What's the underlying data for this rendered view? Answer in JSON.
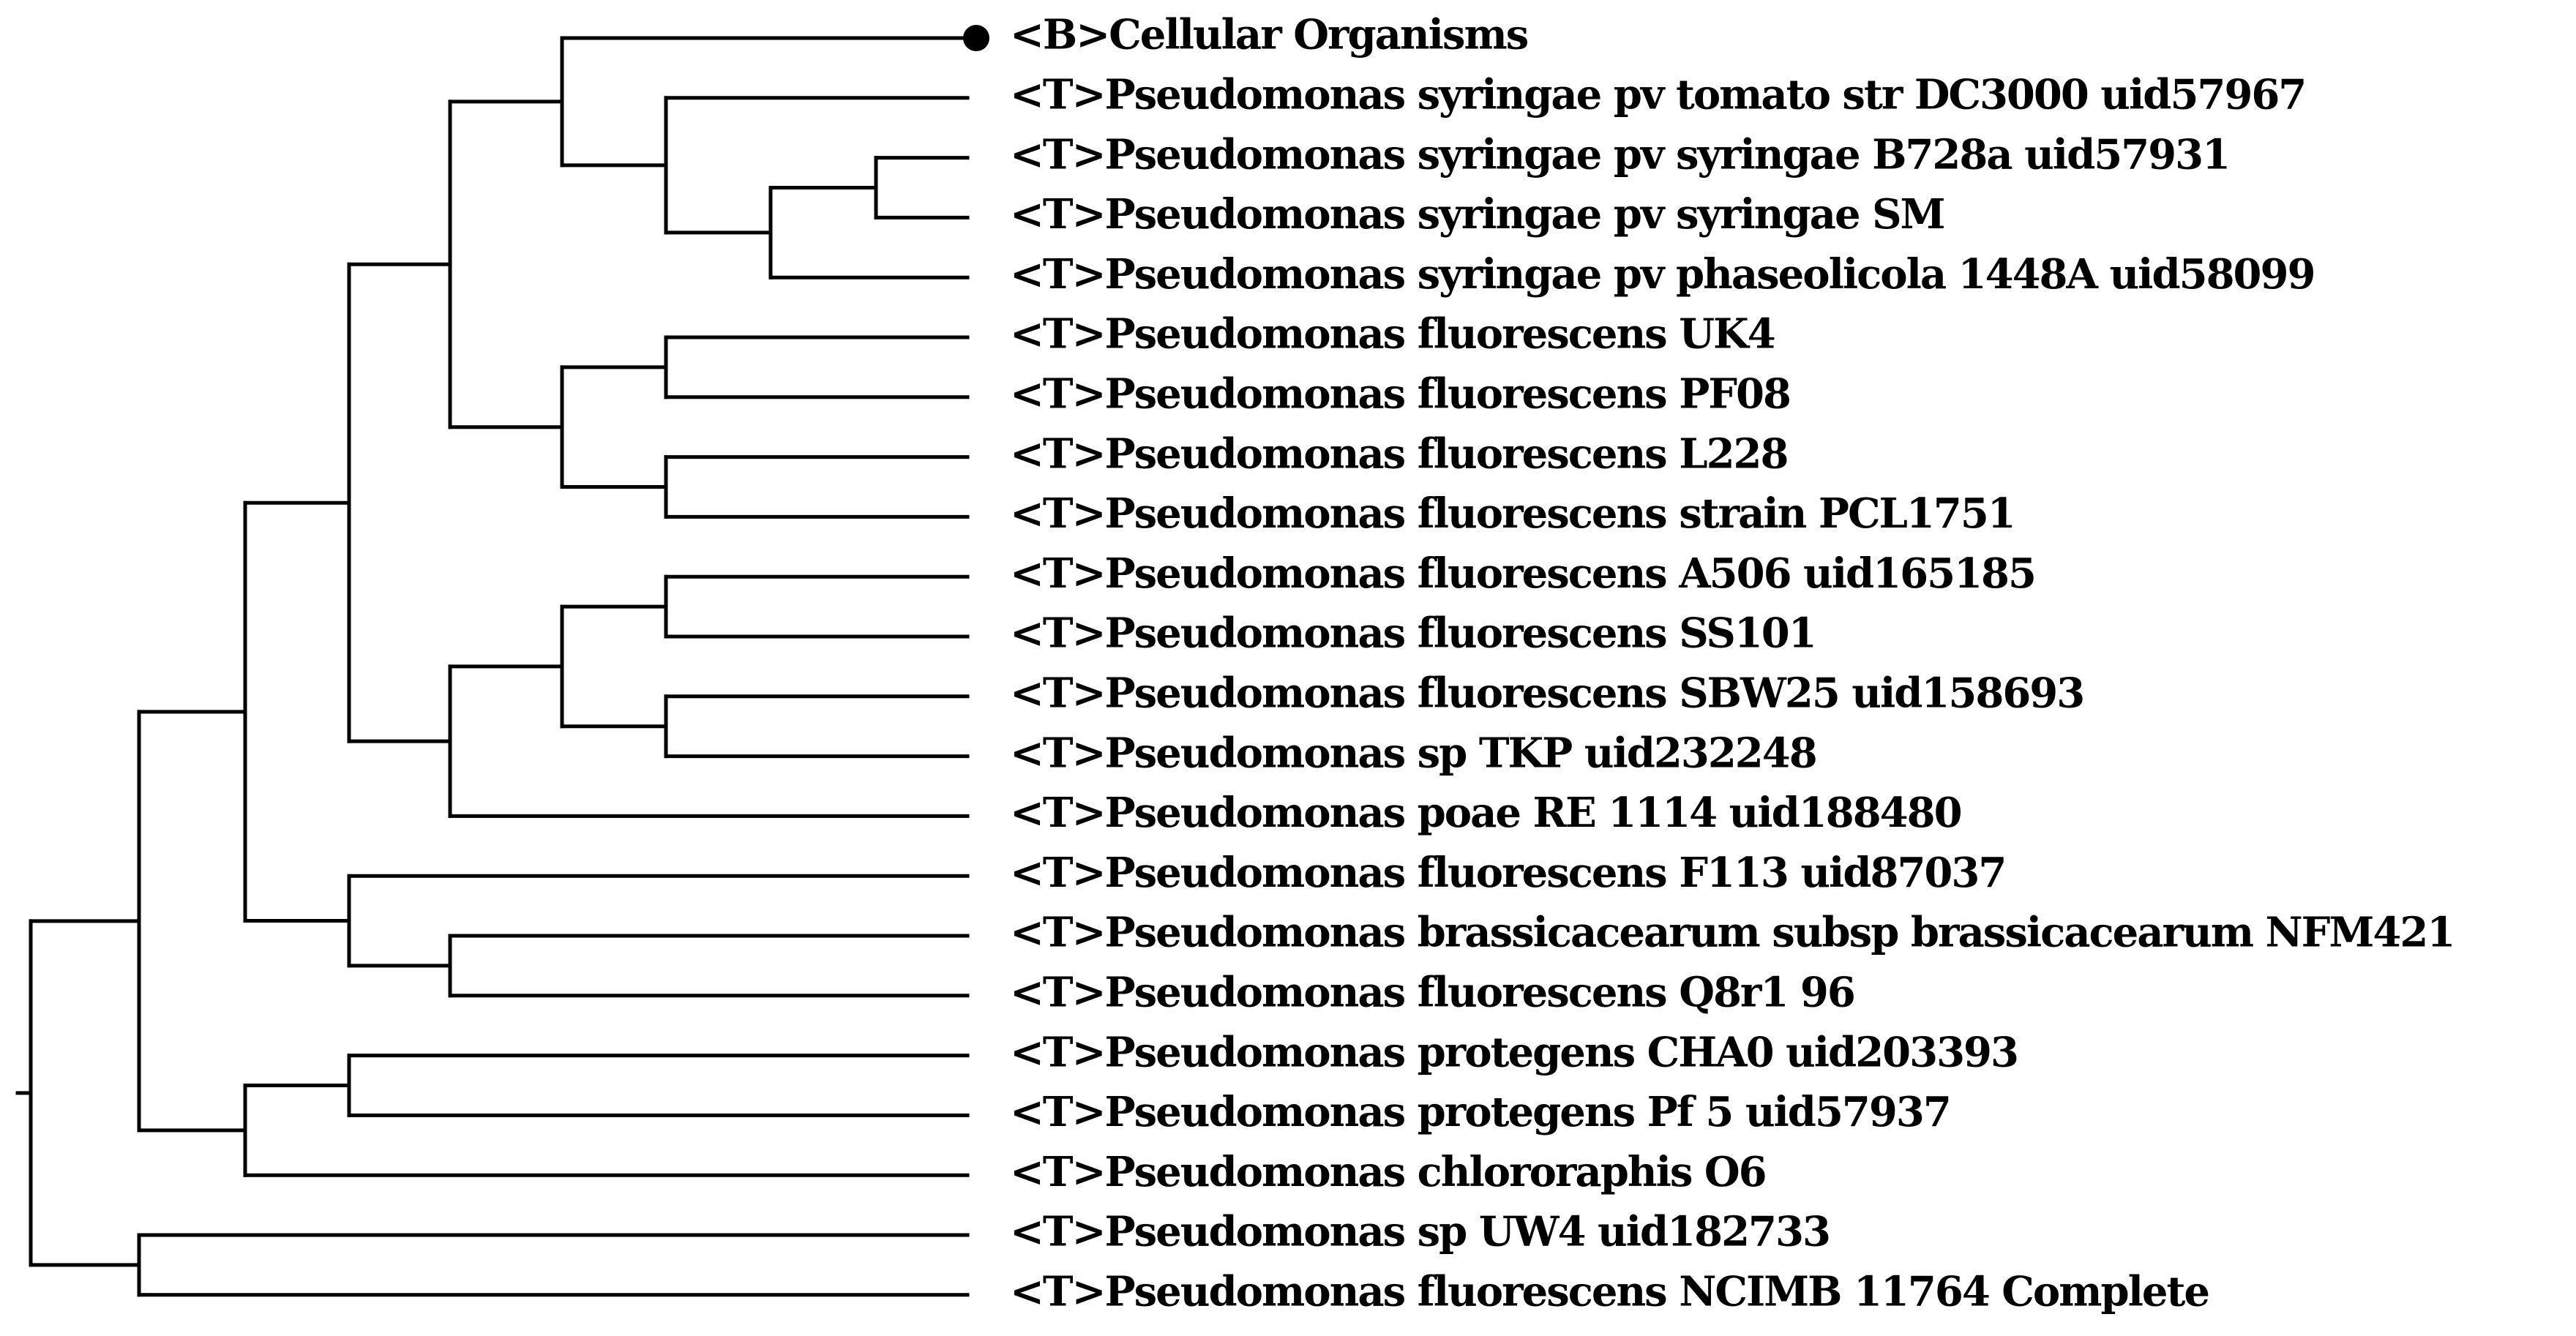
{
  "colors": {
    "line": "#000000",
    "highlight": "#e8141a",
    "background": "#ffffff"
  },
  "root_marker_icon": "filled-circle",
  "highlighted_leaf": 6,
  "leaves": [
    "<B>Cellular Organisms",
    "<T>Pseudomonas syringae pv tomato str DC3000 uid57967",
    "<T>Pseudomonas syringae pv syringae B728a uid57931",
    "<T>Pseudomonas syringae pv syringae SM",
    "<T>Pseudomonas syringae pv phaseolicola 1448A uid58099",
    "<T>Pseudomonas fluorescens UK4",
    "<T>Pseudomonas fluorescens PF08",
    "<T>Pseudomonas fluorescens L228",
    "<T>Pseudomonas fluorescens strain PCL1751",
    "<T>Pseudomonas fluorescens A506 uid165185",
    "<T>Pseudomonas fluorescens SS101",
    "<T>Pseudomonas fluorescens SBW25 uid158693",
    "<T>Pseudomonas sp TKP uid232248",
    "<T>Pseudomonas poae RE 1114 uid188480",
    "<T>Pseudomonas fluorescens F113 uid87037",
    "<T>Pseudomonas brassicacearum subsp brassicacearum NFM421",
    "<T>Pseudomonas fluorescens Q8r1 96",
    "<T>Pseudomonas protegens CHA0 uid203393",
    "<T>Pseudomonas protegens Pf 5 uid57937",
    "<T>Pseudomonas chlororaphis O6",
    "<T>Pseudomonas sp UW4 uid182733",
    "<T>Pseudomonas fluorescens NCIMB 11764 Complete"
  ],
  "tree": [
    [
      [
        [
          [
            [
              0,
              [
                1,
                [
                  [
                    2,
                    3
                  ],
                  4
                ]
              ]
            ],
            [
              [
                5,
                6
              ],
              [
                7,
                8
              ]
            ]
          ],
          [
            [
              [
                9,
                10
              ],
              [
                11,
                12
              ]
            ],
            13
          ]
        ],
        [
          14,
          [
            15,
            16
          ]
        ]
      ],
      [
        [
          17,
          18
        ],
        19
      ]
    ],
    [
      20,
      21
    ]
  ]
}
